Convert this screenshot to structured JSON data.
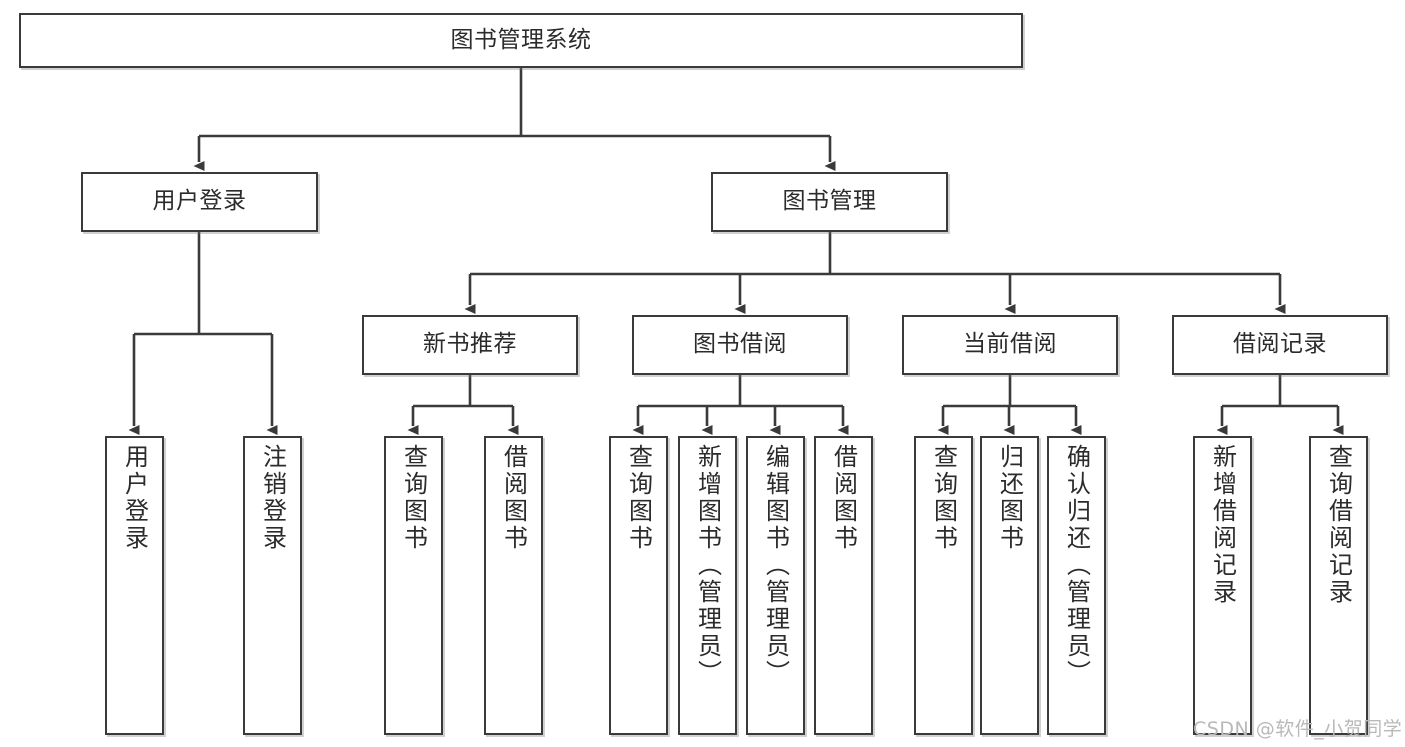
{
  "diagram": {
    "type": "tree",
    "title": "图书管理系统",
    "colors": {
      "stroke": "#3a3a3a",
      "fill": "#ffffff",
      "text": "#2b2b2b",
      "watermark": "#b9b9b9"
    }
  },
  "root": {
    "label": "图书管理系统"
  },
  "level2": {
    "user_login": {
      "label": "用户登录"
    },
    "book_manage": {
      "label": "图书管理"
    }
  },
  "level3": {
    "new_book_recommend": {
      "label": "新书推荐"
    },
    "book_borrow": {
      "label": "图书借阅"
    },
    "current_borrow": {
      "label": "当前借阅"
    },
    "borrow_record": {
      "label": "借阅记录"
    }
  },
  "leaves": {
    "user_login": [
      {
        "label": "用户登录"
      },
      {
        "label": "注销登录"
      }
    ],
    "new_book_recommend": [
      {
        "label": "查询图书"
      },
      {
        "label": "借阅图书"
      }
    ],
    "book_borrow": [
      {
        "label": "查询图书"
      },
      {
        "label": "新增图书（管理员）"
      },
      {
        "label": "编辑图书（管理员）"
      },
      {
        "label": "借阅图书"
      }
    ],
    "current_borrow": [
      {
        "label": "查询图书"
      },
      {
        "label": "归还图书"
      },
      {
        "label": "确认归还（管理员）"
      }
    ],
    "borrow_record": [
      {
        "label": "新增借阅记录"
      },
      {
        "label": "查询借阅记录"
      }
    ]
  },
  "watermark": {
    "text": "CSDN @软件_小贺同学"
  }
}
